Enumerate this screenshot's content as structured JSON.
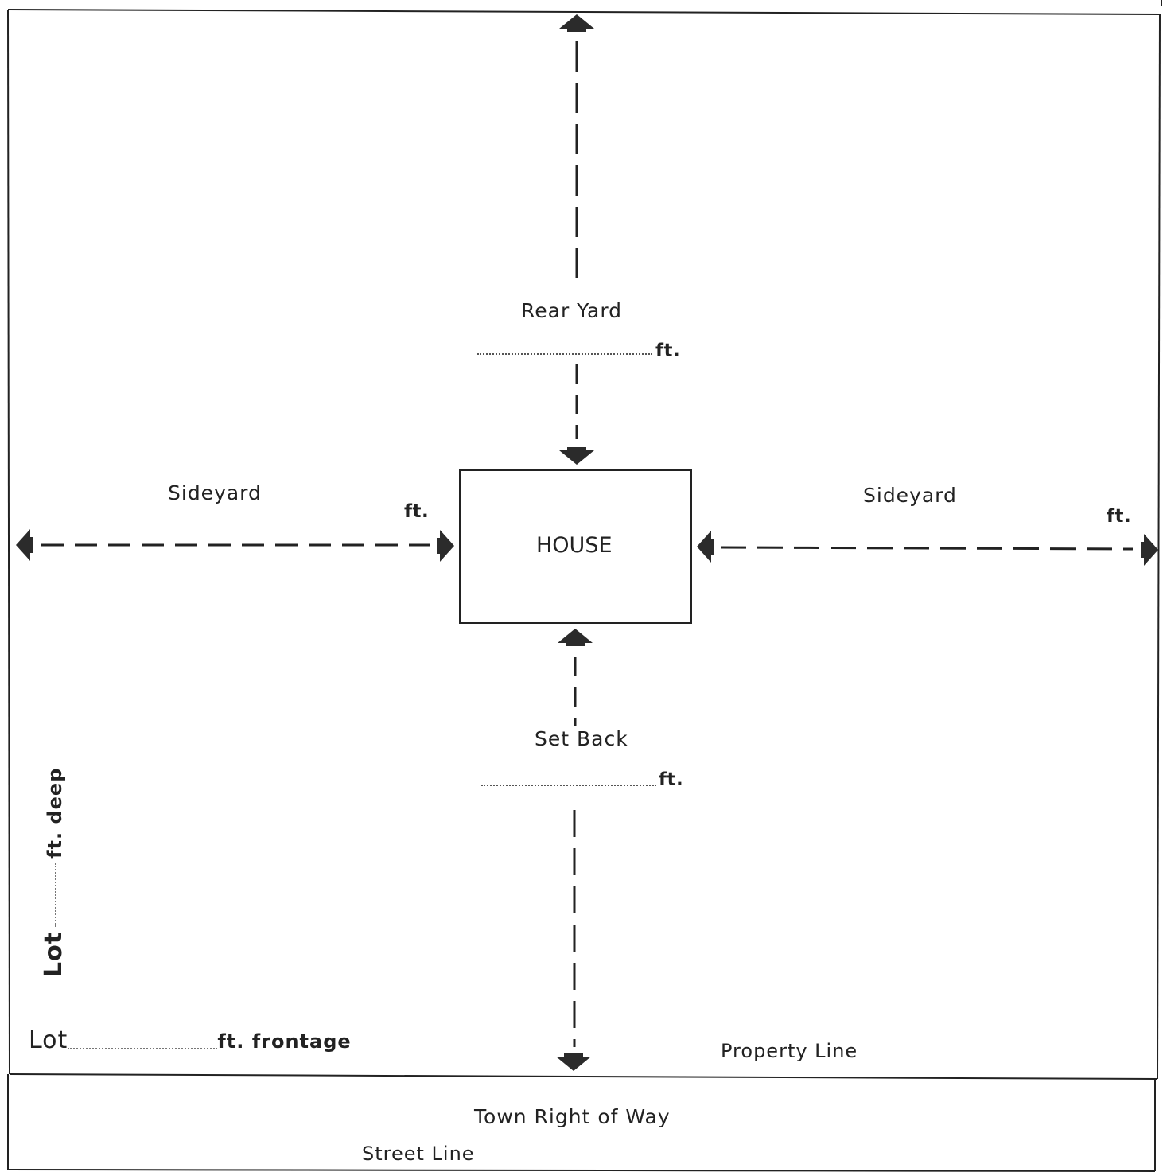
{
  "labels": {
    "rear_yard": "Rear Yard",
    "rear_yard_unit": "ft.",
    "sideyard_left": "Sideyard",
    "sideyard_left_unit": "ft.",
    "sideyard_right": "Sideyard",
    "sideyard_right_unit": "ft.",
    "house": "HOUSE",
    "set_back": "Set Back",
    "set_back_unit": "ft.",
    "lot_deep_prefix": "Lot",
    "lot_deep_suffix": "ft. deep",
    "lot_frontage_prefix": "Lot",
    "lot_frontage_suffix": "ft.  frontage",
    "property_line": "Property Line",
    "town_right_of_way": "Town Right of Way",
    "street_line": "Street Line"
  },
  "colors": {
    "line": "#222222",
    "arrow": "#2b2b2b",
    "background": "#ffffff"
  }
}
